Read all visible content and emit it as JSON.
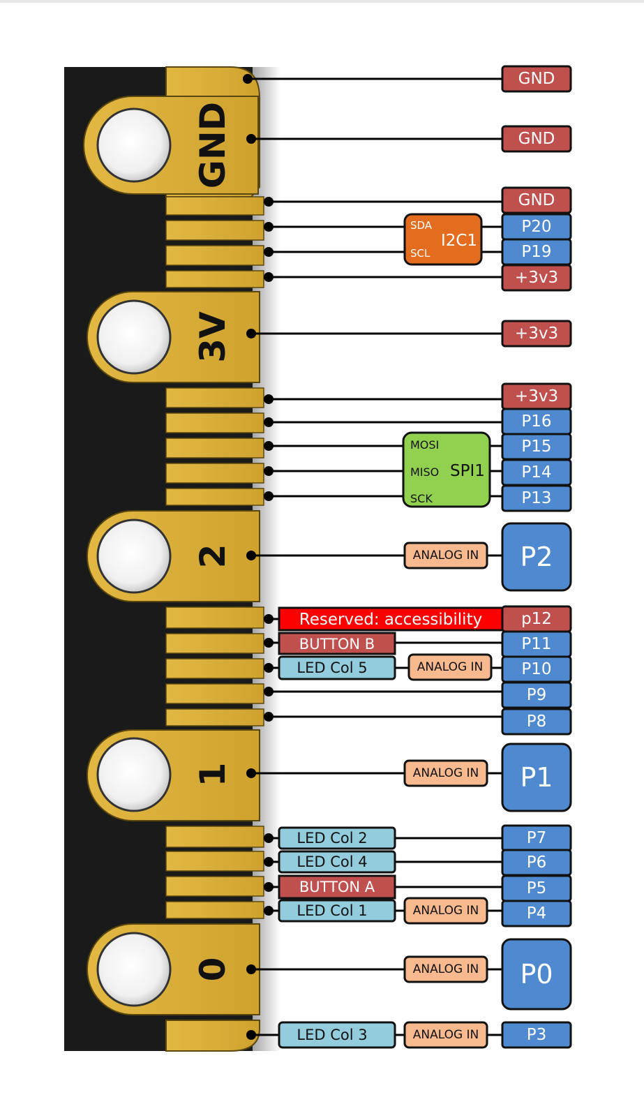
{
  "colors": {
    "gnd_red": "#c0504d",
    "pin_blue": "#4f8ad0",
    "power_red": "#c0504d",
    "reserved_red": "#ff0000",
    "led_cyan": "#93cddd",
    "analog_peach": "#f8b98e",
    "i2c_orange": "#e36c1f",
    "spi_green": "#92d050",
    "gold": "#dcb23c",
    "board_black": "#1a1a1a"
  },
  "board_labels": {
    "gnd": "GND",
    "v3": "3V",
    "pad2": "2",
    "pad1": "1",
    "pad0": "0"
  },
  "pins": {
    "gnd1": "GND",
    "gnd2": "GND",
    "gnd3": "GND",
    "p20": "P20",
    "p19": "P19",
    "v33a": "+3v3",
    "v33b": "+3v3",
    "v33c": "+3v3",
    "p16": "P16",
    "p15": "P15",
    "p14": "P14",
    "p13": "P13",
    "p2": "P2",
    "p12": "p12",
    "p11": "P11",
    "p10": "P10",
    "p9": "P9",
    "p8": "P8",
    "p1": "P1",
    "p7": "P7",
    "p6": "P6",
    "p5": "P5",
    "p4": "P4",
    "p0": "P0",
    "p3": "P3"
  },
  "i2c": {
    "name": "I2C1",
    "sda": "SDA",
    "scl": "SCL"
  },
  "spi": {
    "name": "SPI1",
    "mosi": "MOSI",
    "miso": "MISO",
    "sck": "SCK"
  },
  "functions": {
    "analog_in": "ANALOG IN",
    "reserved": "Reserved: accessibility",
    "button_b": "BUTTON B",
    "button_a": "BUTTON A",
    "led_col_5": "LED Col 5",
    "led_col_2": "LED Col 2",
    "led_col_4": "LED Col 4",
    "led_col_1": "LED Col 1",
    "led_col_3": "LED Col 3"
  }
}
